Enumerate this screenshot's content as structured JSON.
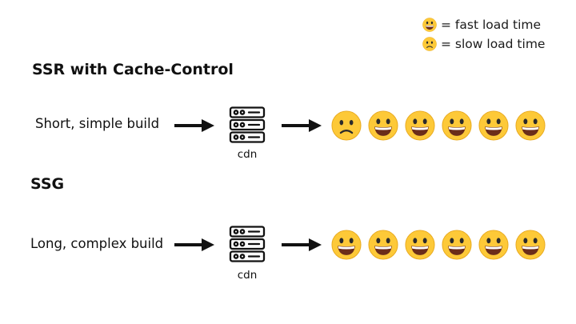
{
  "legend": {
    "items": [
      {
        "icon": "grinning-face-icon",
        "label": "= fast load time"
      },
      {
        "icon": "frowning-face-icon",
        "label": "= slow load time"
      }
    ]
  },
  "sections": [
    {
      "title": "SSR with Cache-Control",
      "build_label": "Short, simple build",
      "server_label": "cdn",
      "faces": [
        "frowning",
        "grinning",
        "grinning",
        "grinning",
        "grinning",
        "grinning"
      ]
    },
    {
      "title": "SSG",
      "build_label": "Long, complex build",
      "server_label": "cdn",
      "faces": [
        "grinning",
        "grinning",
        "grinning",
        "grinning",
        "grinning",
        "grinning"
      ]
    }
  ],
  "colors": {
    "face_fill": "#FDC938",
    "face_outline": "#E8A91E",
    "feature": "#2b2b2b",
    "mouth": "#6b2d1a",
    "teeth": "#ffffff",
    "ink": "#111111"
  }
}
